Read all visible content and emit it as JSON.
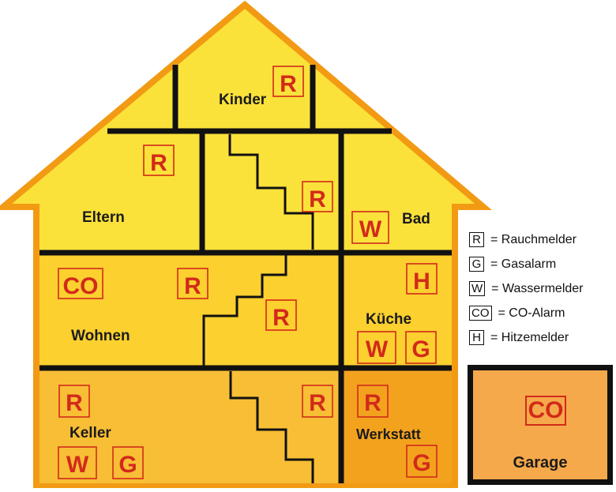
{
  "rooms": {
    "kinder": "Kinder",
    "eltern": "Eltern",
    "bad": "Bad",
    "wohnen": "Wohnen",
    "kueche": "Küche",
    "keller": "Keller",
    "werkstatt": "Werkstatt",
    "garage": "Garage"
  },
  "detectors": {
    "kinder": [
      "R"
    ],
    "eltern": [
      "R"
    ],
    "stair_upper": [
      "R"
    ],
    "bad": [
      "W"
    ],
    "wohnen": [
      "CO",
      "R"
    ],
    "stair_middle": [
      "R"
    ],
    "kueche": [
      "H",
      "W",
      "G"
    ],
    "keller": [
      "R",
      "W",
      "G"
    ],
    "stair_lower": [
      "R"
    ],
    "werkstatt": [
      "R",
      "G"
    ],
    "garage": [
      "CO"
    ]
  },
  "legend": [
    {
      "code": "R",
      "label": "= Rauchmelder"
    },
    {
      "code": "G",
      "label": "= Gasalarm"
    },
    {
      "code": "W",
      "label": "= Wassermelder"
    },
    {
      "code": "CO",
      "label": "= CO-Alarm"
    },
    {
      "code": "H",
      "label": "= Hitzemelder"
    }
  ],
  "colors": {
    "roof_fill": "#fbe23a",
    "upper_fill": "#fcd836",
    "middle_fill": "#fbd02f",
    "lower_fill": "#f8be35",
    "werkstatt_fill": "#f3a21e",
    "garage_fill": "#f6a94a",
    "outline": "#f29a14",
    "wall": "#111111",
    "detector": "#d22a1a"
  }
}
